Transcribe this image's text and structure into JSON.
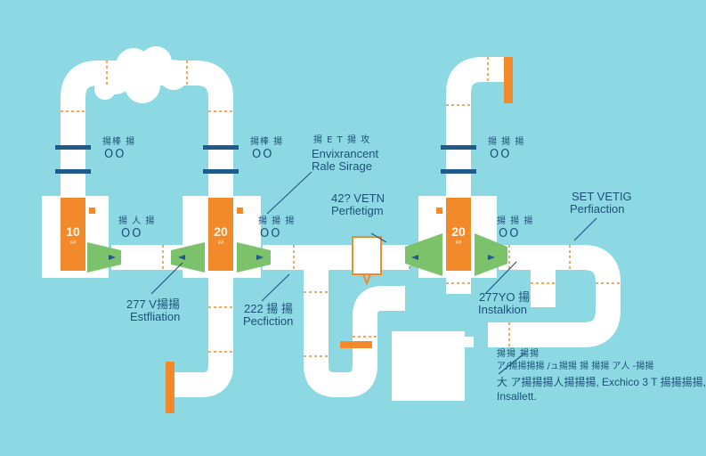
{
  "colors": {
    "background": "#8dd9e3",
    "pipe": "#ffffff",
    "pipe_shadow": "#dfe9ee",
    "accent": "#f2892a",
    "valve": "#7cc26a",
    "band": "#1f5a8a",
    "text": "#1d4f78"
  },
  "units": [
    {
      "number": "10",
      "sub": "##"
    },
    {
      "number": "20",
      "sub": "##"
    },
    {
      "number": "20",
      "sub": "##"
    }
  ],
  "labels": {
    "upper_left_cjk": "揚棒 揚",
    "upper_left_oo": "OO",
    "upper_mid_cjk": "揚棒 揚",
    "upper_mid_oo": "OO",
    "env_cjk": "揚 E T  揚 攻",
    "env_line1": "Envixrancent",
    "env_line2": "Rale Sirage",
    "upper_right_cjk": "揚 揚 揚",
    "upper_right_oo": "OO",
    "left_unit_cjk": "揚 人 揚",
    "left_unit_oo": "OO",
    "mid_unit_cjk": "揚 揚 揚",
    "mid_unit_oo": "OO",
    "right_unit_cjk": "揚 揚 揚",
    "right_unit_oo": "OO",
    "vetn_line1": "42? VETN",
    "vetn_line2": "Perfietigm",
    "set_line1": "SET VETIG",
    "set_line2": "Perfiaction",
    "left_bottom_line1": "277 V揚揚",
    "left_bottom_line2": "Estfliation",
    "mid_bottom_line1": "222 揚 揚",
    "mid_bottom_line2": "Pecfiction",
    "right_bottom_line1": "277YO 揚",
    "right_bottom_line2": "Instalkion",
    "note_line1": "揚揚 揚揚",
    "note_line2": "ア/揚揚揚揚 /ュ揚揚 揚 揚揚 ア人 -揚揚",
    "note_line3": "大 ア揚揚揚人揚揚揚,  Exchico  3 T 揚揚揚揚,",
    "note_line4": "Insallett."
  }
}
